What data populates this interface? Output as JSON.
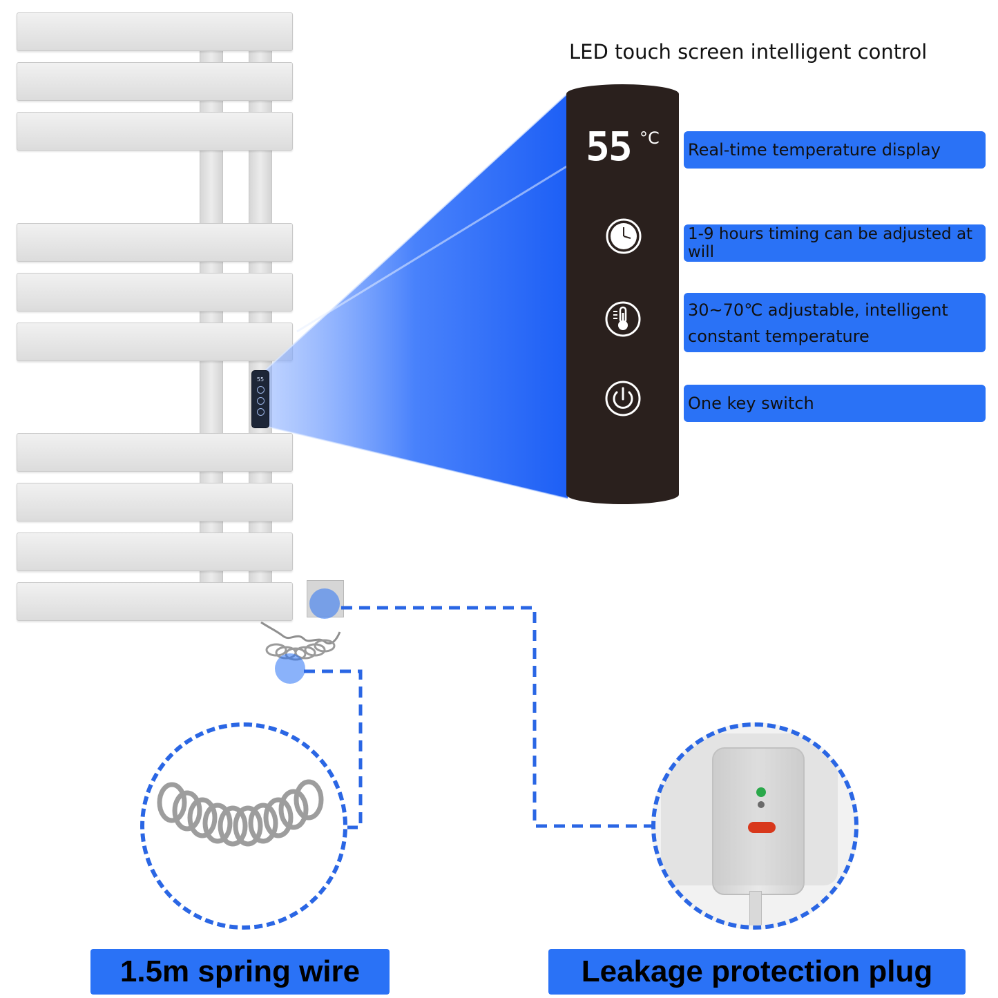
{
  "control_section": {
    "title": "LED touch screen intelligent control",
    "display": {
      "temperature": "55",
      "unit": "°C"
    },
    "mini_display": "55",
    "icons": [
      "clock-icon",
      "thermometer-icon",
      "power-icon"
    ]
  },
  "features": [
    {
      "label": "Real-time temperature display"
    },
    {
      "label": "1-9 hours timing can be adjusted at will"
    },
    {
      "label_line1": "30~70℃ adjustable, intelligent",
      "label_line2": "constant temperature"
    },
    {
      "label": "One key switch"
    }
  ],
  "callouts": {
    "spring_wire": "1.5m spring wire",
    "leakage_plug": "Leakage protection plug"
  },
  "colors": {
    "accent_blue": "#2a72f6",
    "panel_dark": "#2a201d",
    "rail_grey": "#e4e4e4"
  }
}
